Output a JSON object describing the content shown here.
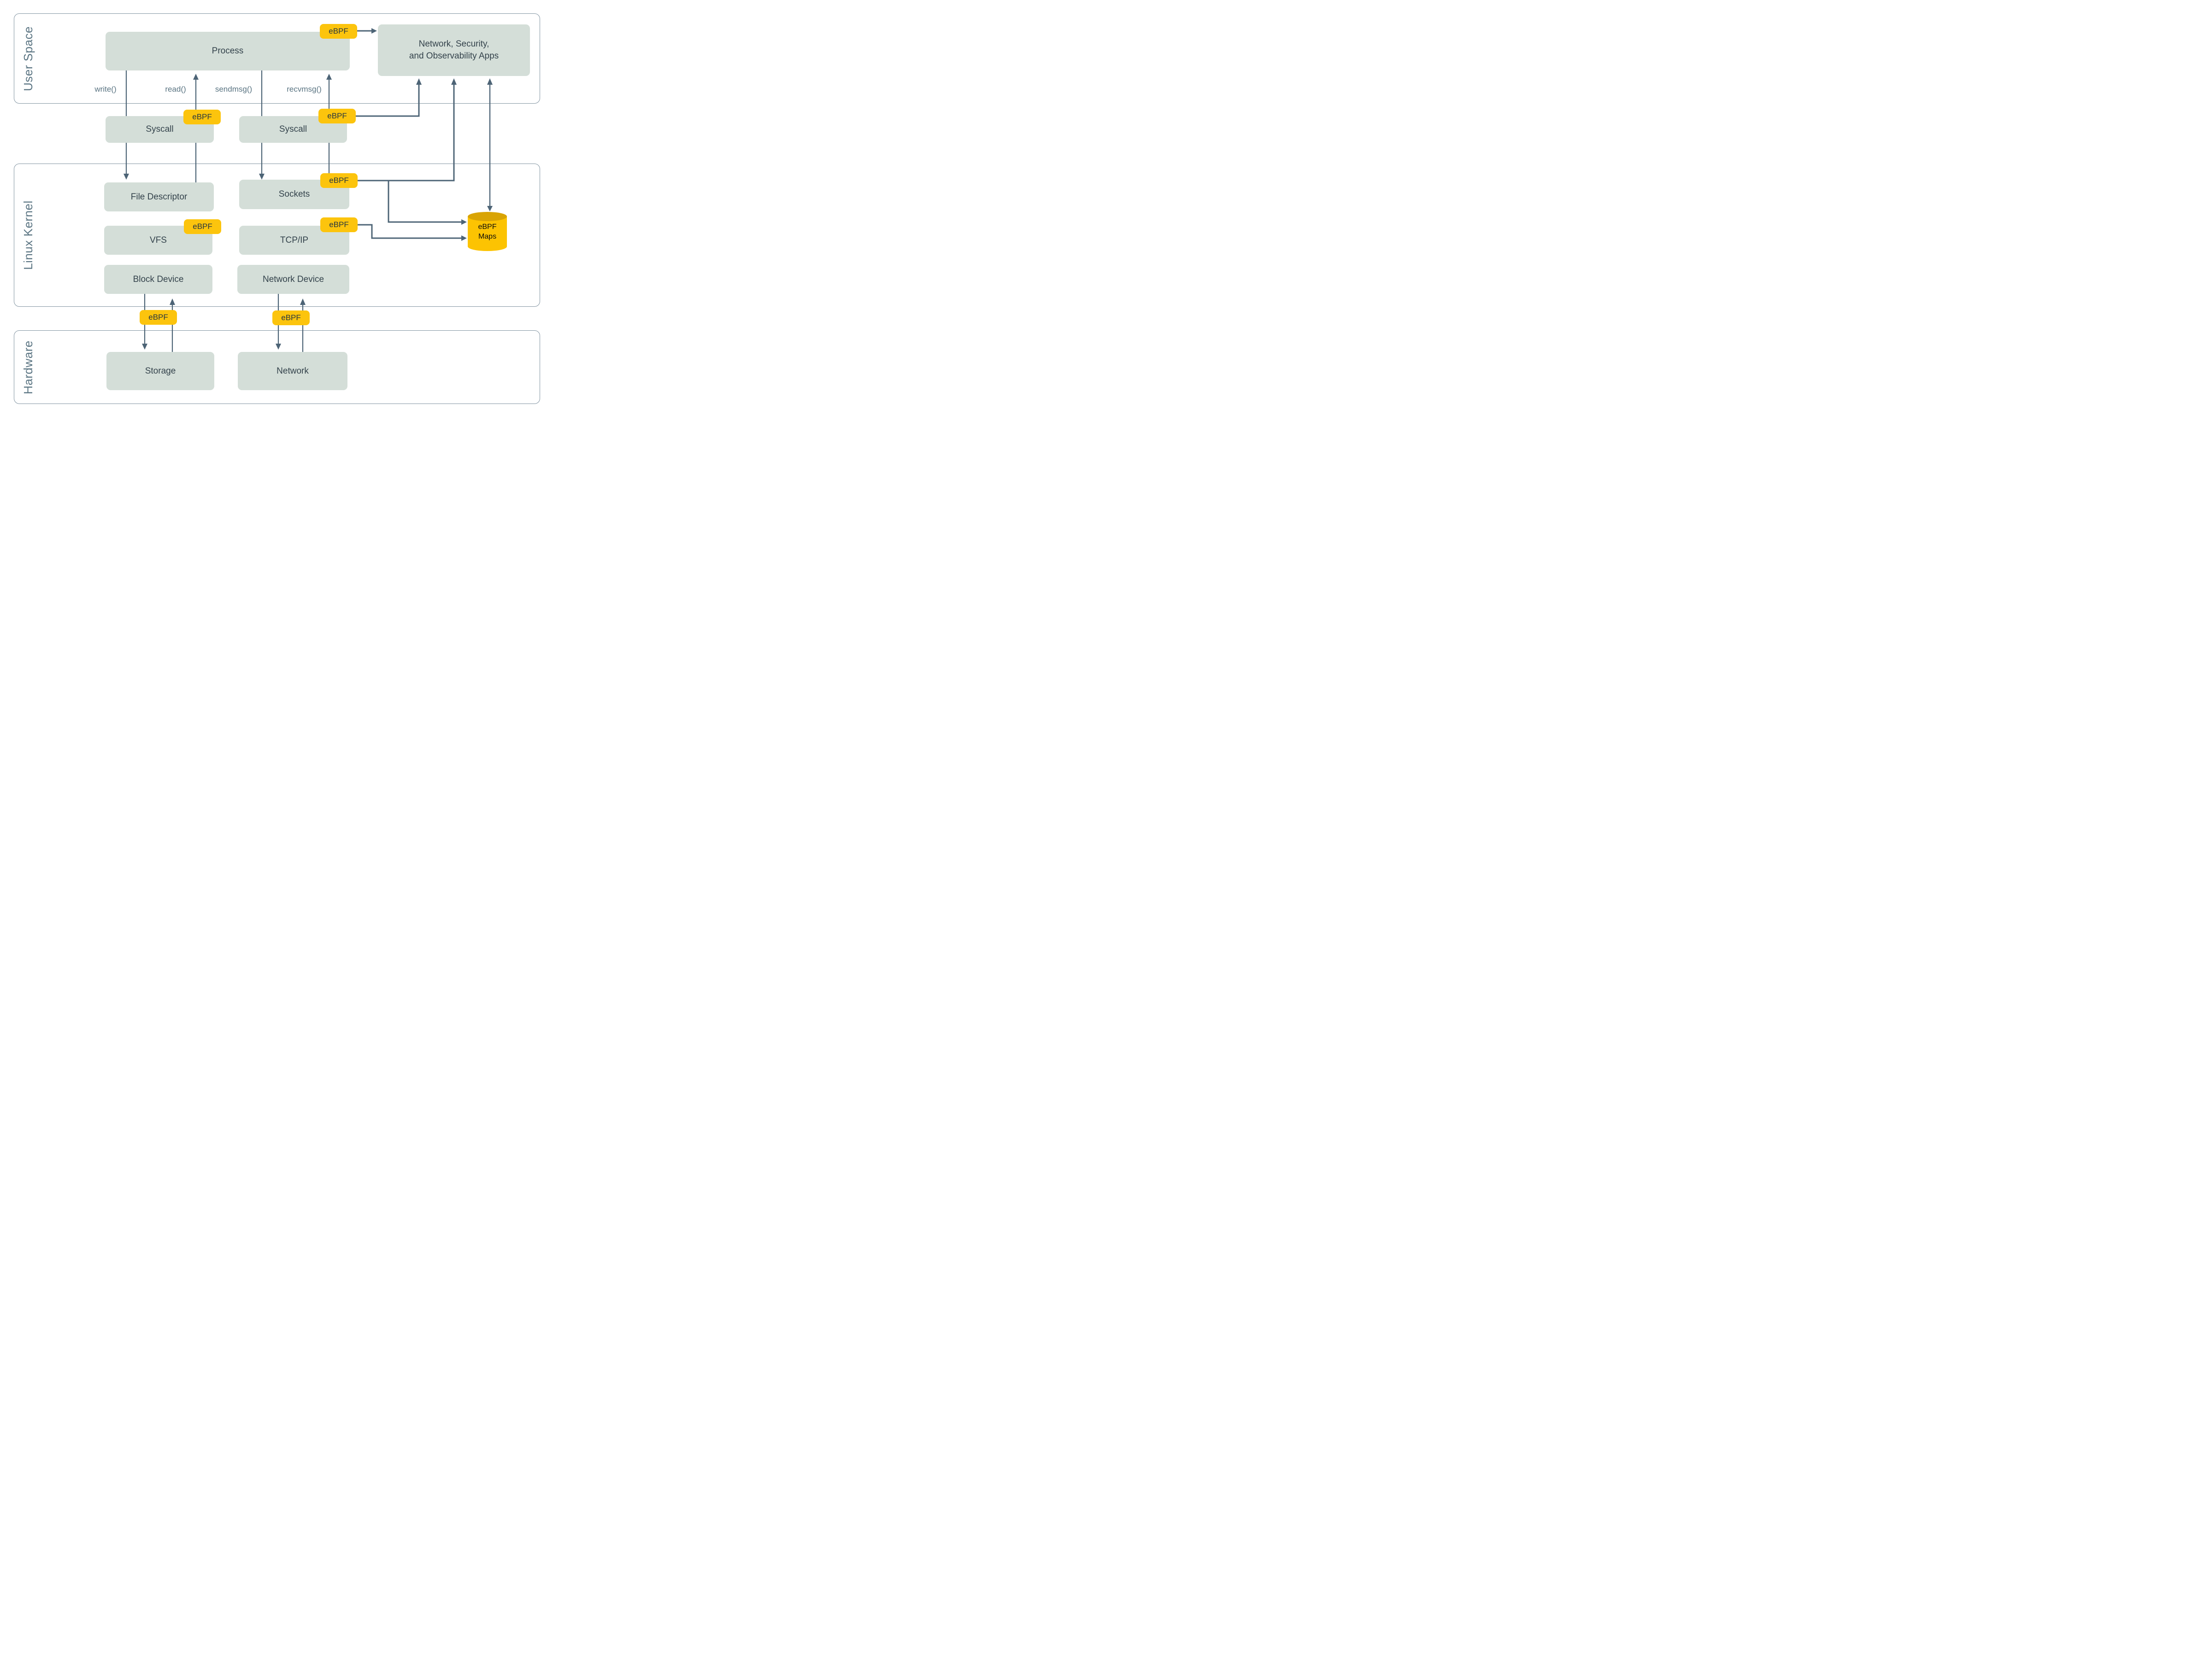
{
  "sections": {
    "user_space": {
      "label": "User Space"
    },
    "linux_kernel": {
      "label": "Linux Kernel"
    },
    "hardware": {
      "label": "Hardware"
    }
  },
  "nodes": {
    "process": {
      "label": "Process"
    },
    "apps": {
      "line1": "Network, Security,",
      "line2": "and Observability Apps"
    },
    "syscall_left": {
      "label": "Syscall"
    },
    "syscall_right": {
      "label": "Syscall"
    },
    "file_descriptor": {
      "label": "File Descriptor"
    },
    "sockets": {
      "label": "Sockets"
    },
    "vfs": {
      "label": "VFS"
    },
    "tcp_ip": {
      "label": "TCP/IP"
    },
    "block_device": {
      "label": "Block Device"
    },
    "network_device": {
      "label": "Network Device"
    },
    "storage": {
      "label": "Storage"
    },
    "network": {
      "label": "Network"
    },
    "ebpf_maps": {
      "line1": "eBPF",
      "line2": "Maps"
    }
  },
  "badge_label": "eBPF",
  "syscall_labels": {
    "write": "write()",
    "read": "read()",
    "sendmsg": "sendmsg()",
    "recvmsg": "recvmsg()"
  },
  "colors": {
    "background": "#ffffff",
    "node_fill": "#d4ded8",
    "node_text": "#33424b",
    "section_border": "#8294a1",
    "section_label": "#5a7482",
    "connector": "#4d6476",
    "badge_fill": "#fcc40d",
    "badge_text": "#263640",
    "cylinder_body": "#fcc302",
    "cylinder_top": "#d9a404",
    "cylinder_text": "#0b0b0b"
  }
}
